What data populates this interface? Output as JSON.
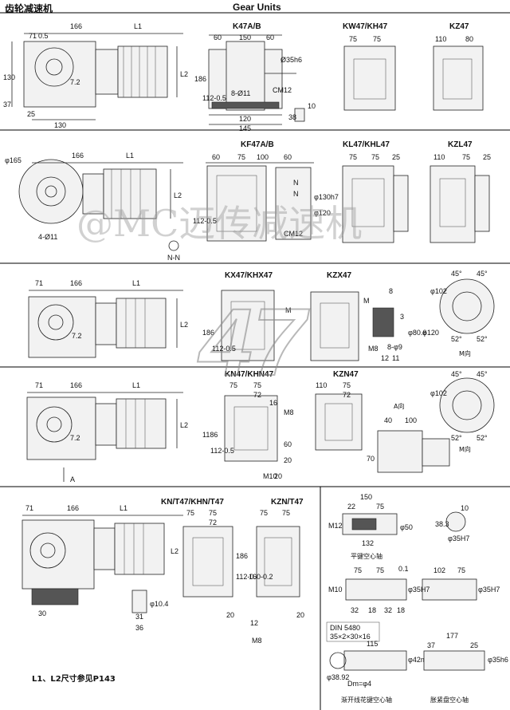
{
  "header": {
    "title_cn": "齿轮减速机",
    "title_en": "Gear Units"
  },
  "watermark": "@MC迈传减速机",
  "model_number": "47",
  "footer_note": "L1、L2尺寸参见P143",
  "section1": {
    "dims_main": [
      "71",
      "0.5",
      "166",
      "L1",
      "130",
      "7.2",
      "37",
      "25",
      "130",
      "L2"
    ],
    "k47": {
      "title": "K47A/B",
      "dims": [
        "60",
        "150",
        "60",
        "186",
        "112-0.5",
        "8-Ø11",
        "120",
        "145",
        "CM12",
        "Ø35h6",
        "38",
        "10"
      ]
    },
    "kw": {
      "title": "KW47/KH47",
      "dims": [
        "75",
        "75"
      ]
    },
    "kz": {
      "title": "KZ47",
      "dims": [
        "110",
        "80"
      ]
    }
  },
  "section2": {
    "dims_main": [
      "φ165",
      "166",
      "L1",
      "4-Ø11",
      "L2"
    ],
    "kf": {
      "title": "KF47A/B",
      "dims": [
        "60",
        "75",
        "100",
        "60",
        "112-0.5",
        "φ130h7",
        "φ120",
        "CM12",
        "N-N",
        "N",
        "N"
      ]
    },
    "kl": {
      "title": "KL47/KHL47",
      "dims": [
        "75",
        "75",
        "25"
      ]
    },
    "kzl": {
      "title": "KZL47",
      "dims": [
        "110",
        "75",
        "25"
      ]
    }
  },
  "section3": {
    "dims_main": [
      "71",
      "166",
      "L1",
      "7.2",
      "L2"
    ],
    "kx": {
      "title": "KX47/KHX47",
      "dims": [
        "186",
        "112-0.5",
        "M"
      ]
    },
    "kzx": {
      "title": "KZX47",
      "dims": [
        "8",
        "3",
        "φ80.6",
        "φ120",
        "M8",
        "8-φ9",
        "12",
        "11",
        "M"
      ]
    },
    "m_view": {
      "label": "M向",
      "dims": [
        "φ102",
        "45°",
        "45°",
        "52°",
        "52°"
      ]
    }
  },
  "section4": {
    "dims_main": [
      "71",
      "166",
      "L1",
      "7.2",
      "L2",
      "A"
    ],
    "kn": {
      "title": "KN47/KHN47",
      "dims": [
        "75",
        "75",
        "72",
        "16",
        "1186",
        "112-0.5",
        "M8",
        "20",
        "M10",
        "60",
        "20"
      ]
    },
    "kzn": {
      "title": "KZN47",
      "dims": [
        "110",
        "75",
        "72"
      ]
    },
    "a_view": {
      "label": "A向",
      "dims": [
        "40",
        "100",
        "70"
      ]
    },
    "m_view": {
      "label": "M向",
      "dims": [
        "φ102",
        "45°",
        "45°",
        "52°",
        "52°"
      ]
    }
  },
  "section5": {
    "dims_main": [
      "71",
      "166",
      "L1",
      "L2",
      "30",
      "31",
      "36",
      "φ10.4"
    ],
    "knt": {
      "title": "KN/T47/KHN/T47",
      "dims": [
        "75",
        "75",
        "72",
        "186",
        "112-0.5",
        "20",
        "12",
        "M8"
      ]
    },
    "kznt": {
      "title": "KZN/T47",
      "dims": [
        "75",
        "75",
        "160-0.2",
        "20"
      ]
    },
    "shafts": {
      "flat_key": {
        "label": "平键空心轴",
        "dims": [
          "150",
          "22",
          "75",
          "M12",
          "132",
          "φ50",
          "10",
          "38.3",
          "φ35H7"
        ]
      },
      "middle": {
        "dims": [
          "75",
          "75",
          "102",
          "75",
          "M10",
          "32",
          "18",
          "32",
          "18",
          "φ35H7",
          "φ35H7",
          "0.1"
        ]
      },
      "spline": {
        "label": "渐开线花键空心轴",
        "dims": [
          "DIN 5480",
          "35×2×30×16",
          "115",
          "Dm=φ4",
          "φ38.92",
          "φ42min"
        ]
      },
      "shrink": {
        "label": "胀紧盘空心轴",
        "dims": [
          "177",
          "37",
          "25",
          "φ35h6"
        ]
      }
    }
  }
}
